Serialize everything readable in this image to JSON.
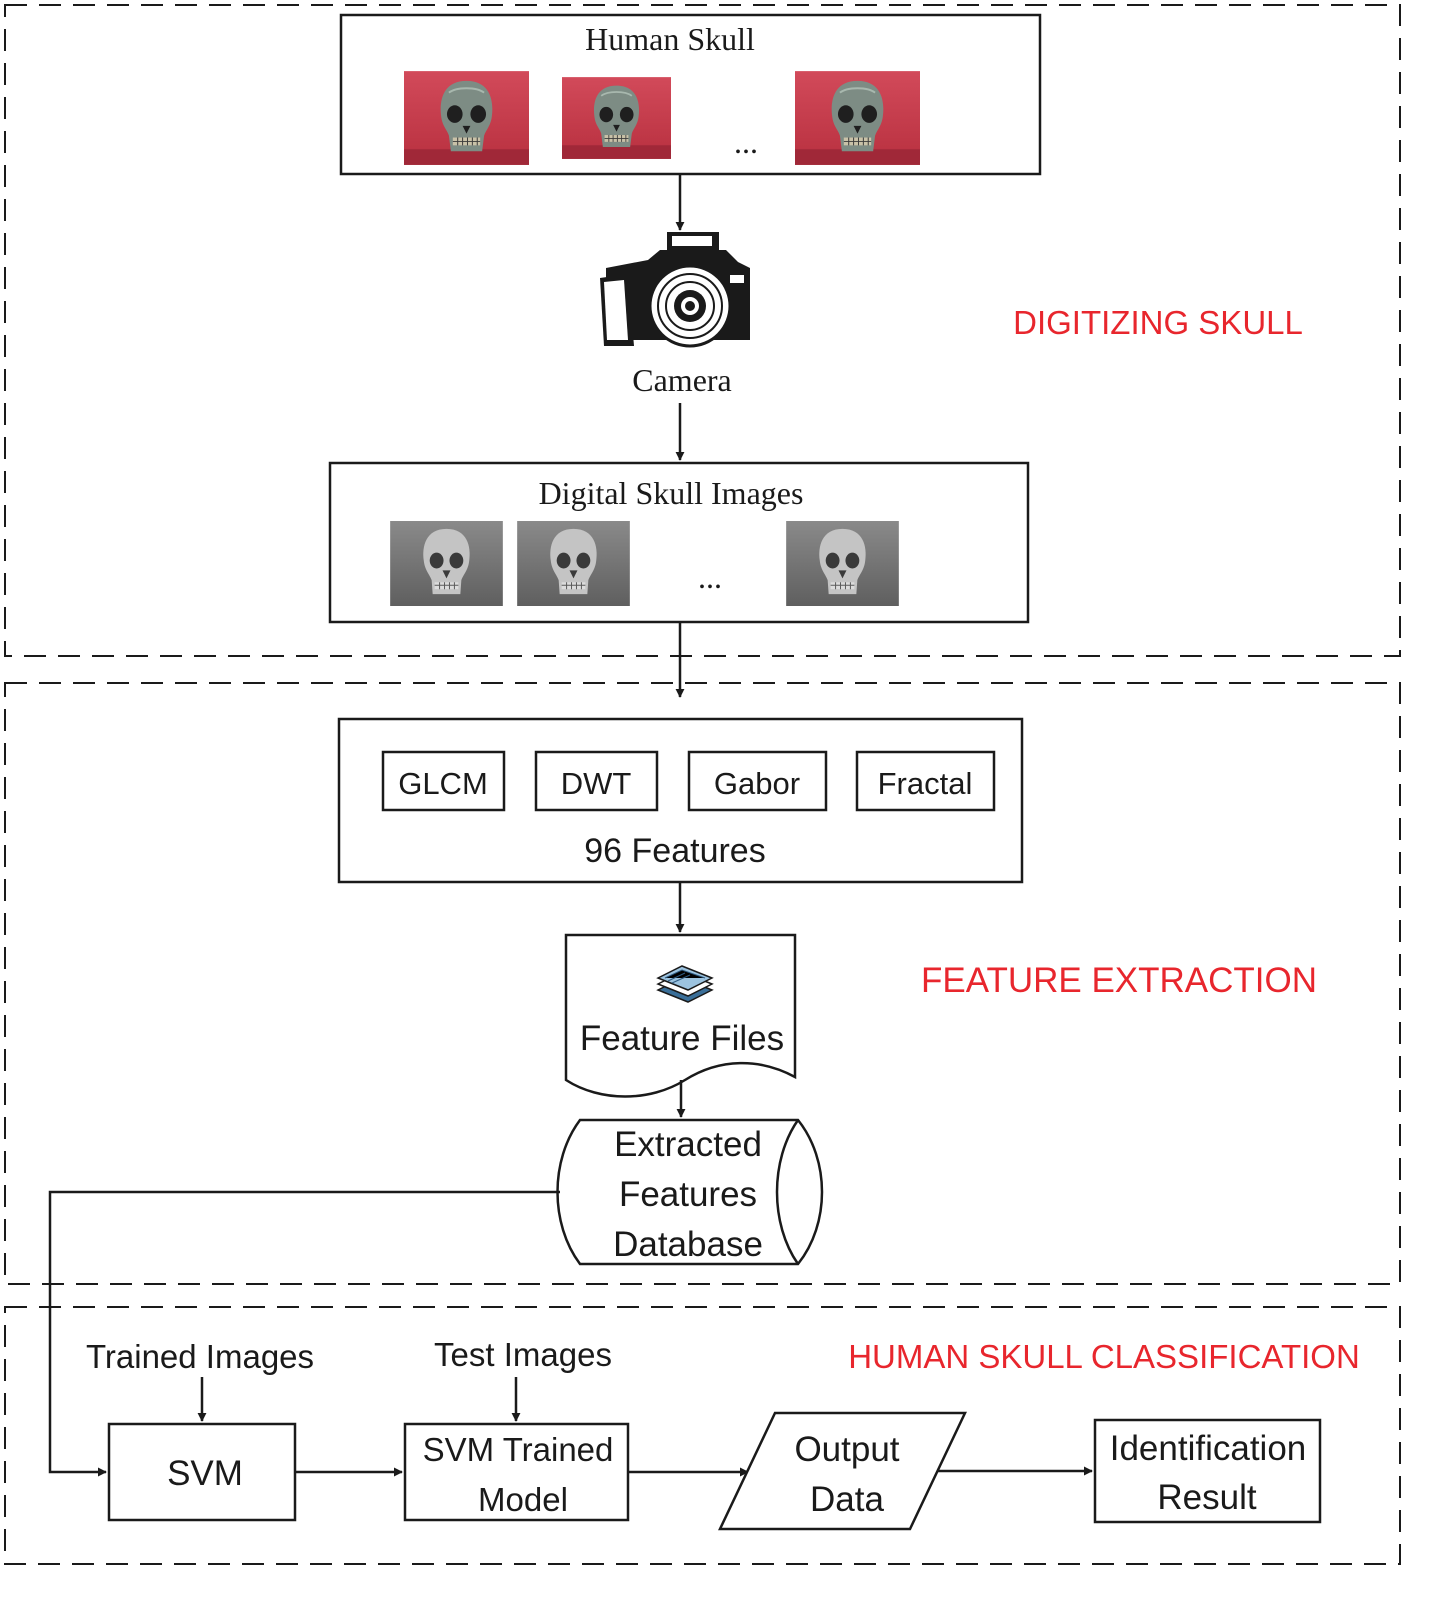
{
  "sections": {
    "digitizing": "DIGITIZING SKULL",
    "feature_extraction": "FEATURE EXTRACTION",
    "classification": "HUMAN SKULL CLASSIFICATION"
  },
  "human_skull": {
    "title": "Human Skull",
    "ellipsis": "..."
  },
  "camera": {
    "label": "Camera"
  },
  "digital_images": {
    "title": "Digital Skull Images",
    "ellipsis": "..."
  },
  "features": {
    "methods": [
      "GLCM",
      "DWT",
      "Gabor",
      "Fractal"
    ],
    "label": "96 Features"
  },
  "feature_files": {
    "label": "Feature Files"
  },
  "database": {
    "line1": "Extracted",
    "line2": "Features",
    "line3": "Database"
  },
  "classification": {
    "trained_images": "Trained Images",
    "test_images": "Test Images",
    "svm": "SVM",
    "svm_trained_line1": "SVM Trained",
    "svm_trained_line2": "Model",
    "output_line1": "Output",
    "output_line2": "Data",
    "result_line1": "Identification",
    "result_line2": "Result"
  },
  "colors": {
    "section_label": "#e8262d",
    "line": "#1a1a1a",
    "skull_bg_color": "#c83a4a",
    "skull_bg_gray": "#7a7a7a"
  }
}
